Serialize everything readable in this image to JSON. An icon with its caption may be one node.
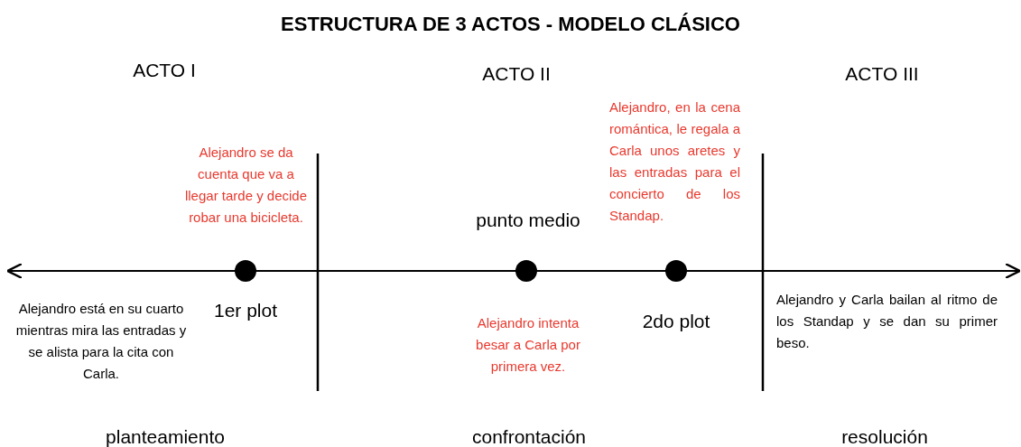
{
  "diagram": {
    "title": "ESTRUCTURA DE 3 ACTOS - MODELO CLÁSICO",
    "nodes": [
      {
        "text": [],
        "shape": "circle",
        "beside": [
          "1er plot",
          "Alejandro se da cuenta que va a llegar tarde y decide robar una bicicleta."
        ]
      },
      {
        "text": [],
        "shape": "circle",
        "beside": [
          "punto medio",
          "Alejandro intenta besar a Carla por primera vez."
        ]
      },
      {
        "text": [],
        "shape": "circle",
        "beside": [
          "2do plot",
          "Alejandro, en la cena romántica, le regala a Carla unos aretes y las entradas para el concierto de los Standap."
        ]
      }
    ],
    "labels": [
      "ACTO I",
      "ACTO II",
      "ACTO III",
      "Alejandro está en su cuarto mientras mira las entradas y se alista para la cita con Carla.",
      "Alejandro y Carla bailan al ritmo de los Standap y se dan su primer beso.",
      "planteamiento",
      "confrontación",
      "resolución"
    ]
  }
}
